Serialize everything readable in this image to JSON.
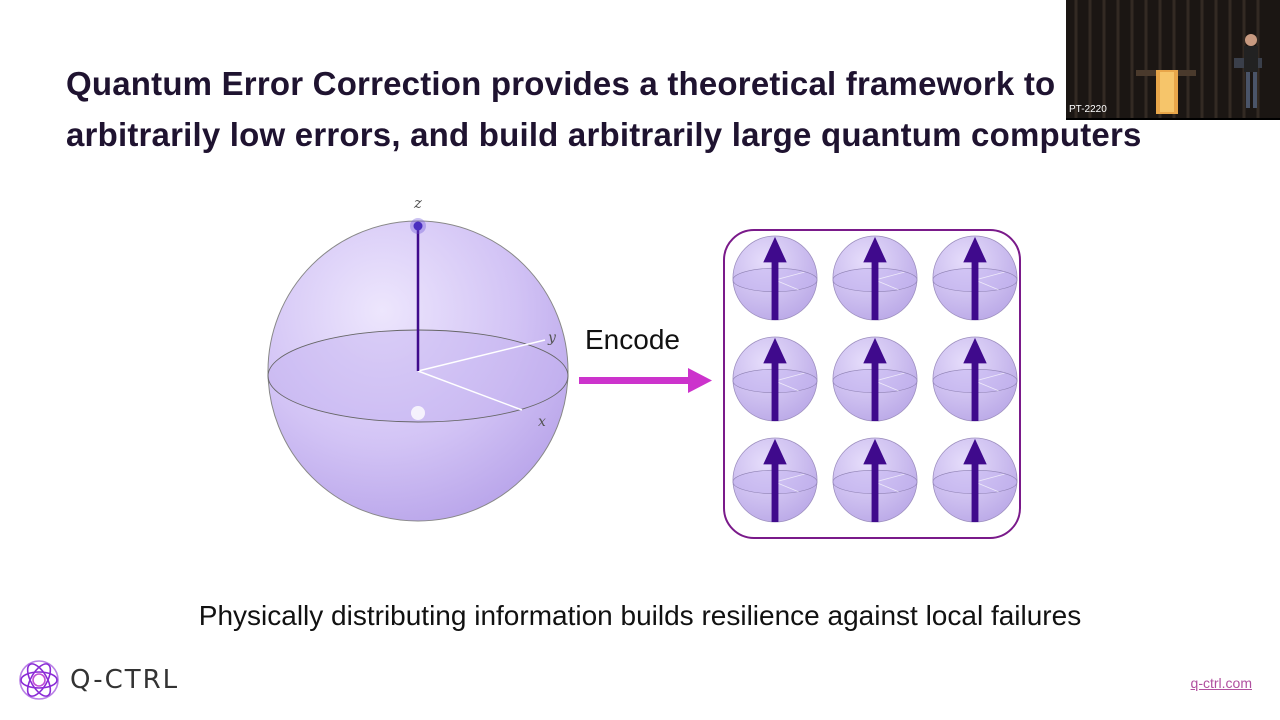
{
  "slide": {
    "title_line1": "Quantum Error Correction provides a theoretical framework to",
    "title_line2": "arbitrarily low errors, and build arbitrarily large quantum computers",
    "encode_label": "Encode",
    "subtitle": "Physically distributing information builds resilience against local failures",
    "axis_labels": {
      "z": "z",
      "y": "y",
      "x": "x"
    },
    "grid": {
      "rows": 3,
      "cols": 3
    }
  },
  "footer": {
    "logo_text": "Q-CTRL",
    "site_link": "q-ctrl.com"
  },
  "video": {
    "tag": "PT-2220"
  },
  "colors": {
    "title": "#1f1330",
    "sphere": "#c9b8f2",
    "arrow_purple": "#3f0a8c",
    "encode_arrow": "#cc33cc",
    "box_border": "#7a1a8a",
    "link": "#b0509f"
  }
}
